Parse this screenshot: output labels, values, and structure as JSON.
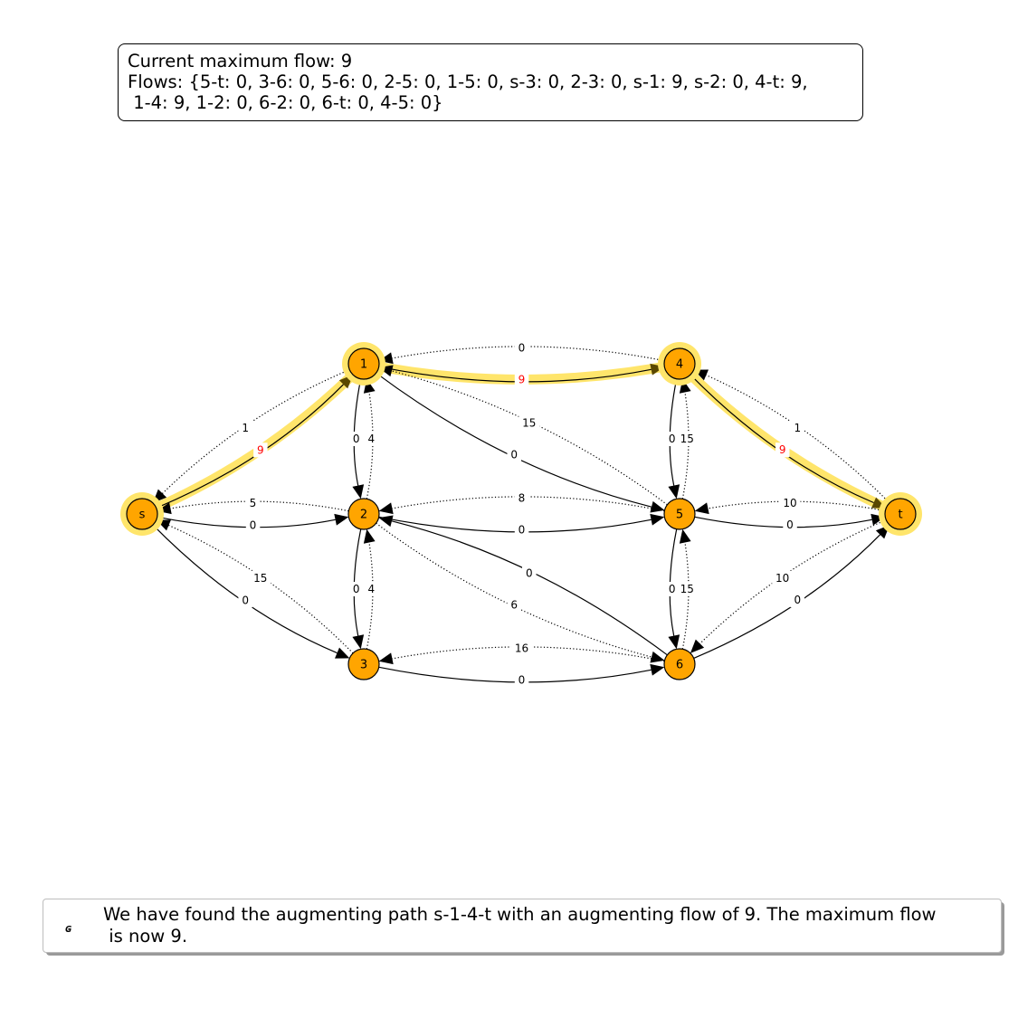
{
  "info_box": {
    "line1": "Current maximum flow: 9",
    "line2": "Flows: {5-t: 0, 3-6: 0, 5-6: 0, 2-5: 0, 1-5: 0, s-3: 0, 2-3: 0, s-1: 9, s-2: 0, 4-t: 9,",
    "line3": " 1-4: 9, 1-2: 0, 6-2: 0, 6-t: 0, 4-5: 0}"
  },
  "message": {
    "icon": "ɢ",
    "line1": "We have found the augmenting path s-1-4-t with an augmenting flow of 9. The maximum flow",
    "line2": " is now 9."
  },
  "colors": {
    "node_fill": "#FFA500",
    "highlight": "#FFE56B",
    "highlight_label": "#FF0000",
    "edge": "#000000"
  },
  "graph": {
    "nodes": [
      {
        "id": "s",
        "label": "s",
        "highlighted": true
      },
      {
        "id": "1",
        "label": "1",
        "highlighted": true
      },
      {
        "id": "2",
        "label": "2",
        "highlighted": false
      },
      {
        "id": "3",
        "label": "3",
        "highlighted": false
      },
      {
        "id": "4",
        "label": "4",
        "highlighted": true
      },
      {
        "id": "5",
        "label": "5",
        "highlighted": false
      },
      {
        "id": "6",
        "label": "6",
        "highlighted": false
      },
      {
        "id": "t",
        "label": "t",
        "highlighted": true
      }
    ],
    "edges": [
      {
        "from": "s",
        "to": "1",
        "label": "9",
        "style": "solid",
        "highlighted": true
      },
      {
        "from": "1",
        "to": "s",
        "label": "1",
        "style": "dotted"
      },
      {
        "from": "s",
        "to": "2",
        "label": "0",
        "style": "solid"
      },
      {
        "from": "2",
        "to": "s",
        "label": "5",
        "style": "dotted"
      },
      {
        "from": "s",
        "to": "3",
        "label": "0",
        "style": "solid"
      },
      {
        "from": "3",
        "to": "s",
        "label": "15",
        "style": "dotted"
      },
      {
        "from": "1",
        "to": "4",
        "label": "9",
        "style": "solid",
        "highlighted": true
      },
      {
        "from": "4",
        "to": "1",
        "label": "0",
        "style": "dotted"
      },
      {
        "from": "1",
        "to": "2",
        "label": "0",
        "style": "solid"
      },
      {
        "from": "2",
        "to": "1",
        "label": "4",
        "style": "dotted"
      },
      {
        "from": "1",
        "to": "5",
        "label": "0",
        "style": "solid"
      },
      {
        "from": "5",
        "to": "1",
        "label": "15",
        "style": "dotted"
      },
      {
        "from": "2",
        "to": "5",
        "label": "0",
        "style": "solid"
      },
      {
        "from": "5",
        "to": "2",
        "label": "8",
        "style": "dotted"
      },
      {
        "from": "2",
        "to": "3",
        "label": "0",
        "style": "solid"
      },
      {
        "from": "3",
        "to": "2",
        "label": "4",
        "style": "dotted"
      },
      {
        "from": "2",
        "to": "6",
        "label": "6",
        "style": "dotted"
      },
      {
        "from": "6",
        "to": "2",
        "label": "0",
        "style": "solid"
      },
      {
        "from": "3",
        "to": "6",
        "label": "0",
        "style": "solid"
      },
      {
        "from": "6",
        "to": "3",
        "label": "16",
        "style": "dotted"
      },
      {
        "from": "4",
        "to": "5",
        "label": "0",
        "style": "solid"
      },
      {
        "from": "5",
        "to": "4",
        "label": "15",
        "style": "dotted"
      },
      {
        "from": "4",
        "to": "t",
        "label": "9",
        "style": "solid",
        "highlighted": true
      },
      {
        "from": "t",
        "to": "4",
        "label": "1",
        "style": "dotted"
      },
      {
        "from": "5",
        "to": "6",
        "label": "0",
        "style": "solid"
      },
      {
        "from": "6",
        "to": "5",
        "label": "15",
        "style": "dotted"
      },
      {
        "from": "5",
        "to": "t",
        "label": "0",
        "style": "solid"
      },
      {
        "from": "t",
        "to": "5",
        "label": "10",
        "style": "dotted"
      },
      {
        "from": "6",
        "to": "t",
        "label": "0",
        "style": "solid"
      },
      {
        "from": "t",
        "to": "6",
        "label": "10",
        "style": "dotted"
      }
    ]
  }
}
